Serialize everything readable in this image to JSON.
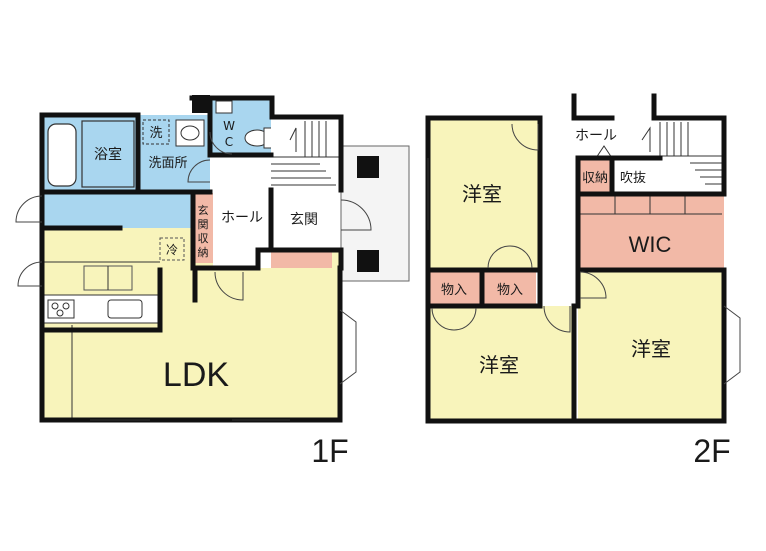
{
  "colors": {
    "wet_area": "#a9d6ef",
    "living": "#f8f4bb",
    "storage": "#f2b9a7",
    "hall": "#ffffff",
    "wall": "#111111",
    "stair": "#ffffff",
    "porch": "#f4f4f4"
  },
  "floor1": {
    "label": "1F",
    "rooms": {
      "bath": "浴室",
      "laundry_mark": "洗",
      "washroom": "洗面所",
      "wc_w": "W",
      "wc_c": "C",
      "hall": "ホール",
      "entrance": "玄関",
      "entrance_storage": [
        "玄",
        "関",
        "収",
        "納"
      ],
      "fridge_mark": "冷",
      "ldk": "LDK"
    }
  },
  "floor2": {
    "label": "2F",
    "rooms": {
      "hall": "ホール",
      "storage": "収納",
      "void": "吹抜",
      "wic": "WIC",
      "bedroom_top": "洋室",
      "closet_left": "物入",
      "closet_right": "物入",
      "bedroom_bottom_left": "洋室",
      "bedroom_bottom_right": "洋室"
    }
  }
}
